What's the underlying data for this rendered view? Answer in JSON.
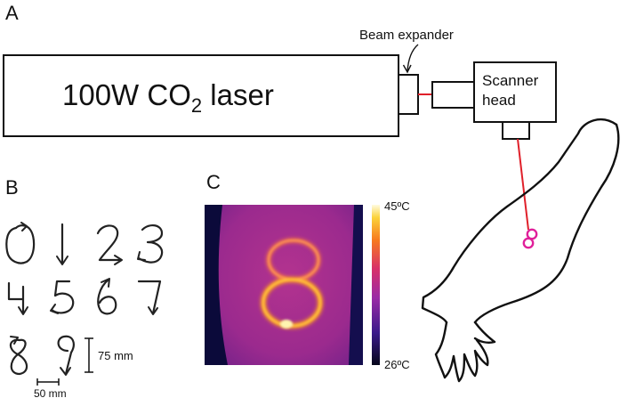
{
  "panels": {
    "a": "A",
    "b": "B",
    "c": "C"
  },
  "laser": {
    "label_main": "100W CO",
    "label_sub": "2",
    "label_end": " laser"
  },
  "beam_expander": {
    "label": "Beam expander"
  },
  "scanner": {
    "label_line1": "Scanner",
    "label_line2": "head"
  },
  "scale": {
    "vertical": "75 mm",
    "horizontal": "50 mm"
  },
  "thermal": {
    "max_label": "45ºC",
    "min_label": "26ºC"
  },
  "digits": [
    "0",
    "1",
    "2",
    "3",
    "4",
    "5",
    "6",
    "7",
    "8",
    "9"
  ],
  "colors": {
    "beam": "#e0202a",
    "spot": "#e0209a",
    "outline": "#111111"
  }
}
